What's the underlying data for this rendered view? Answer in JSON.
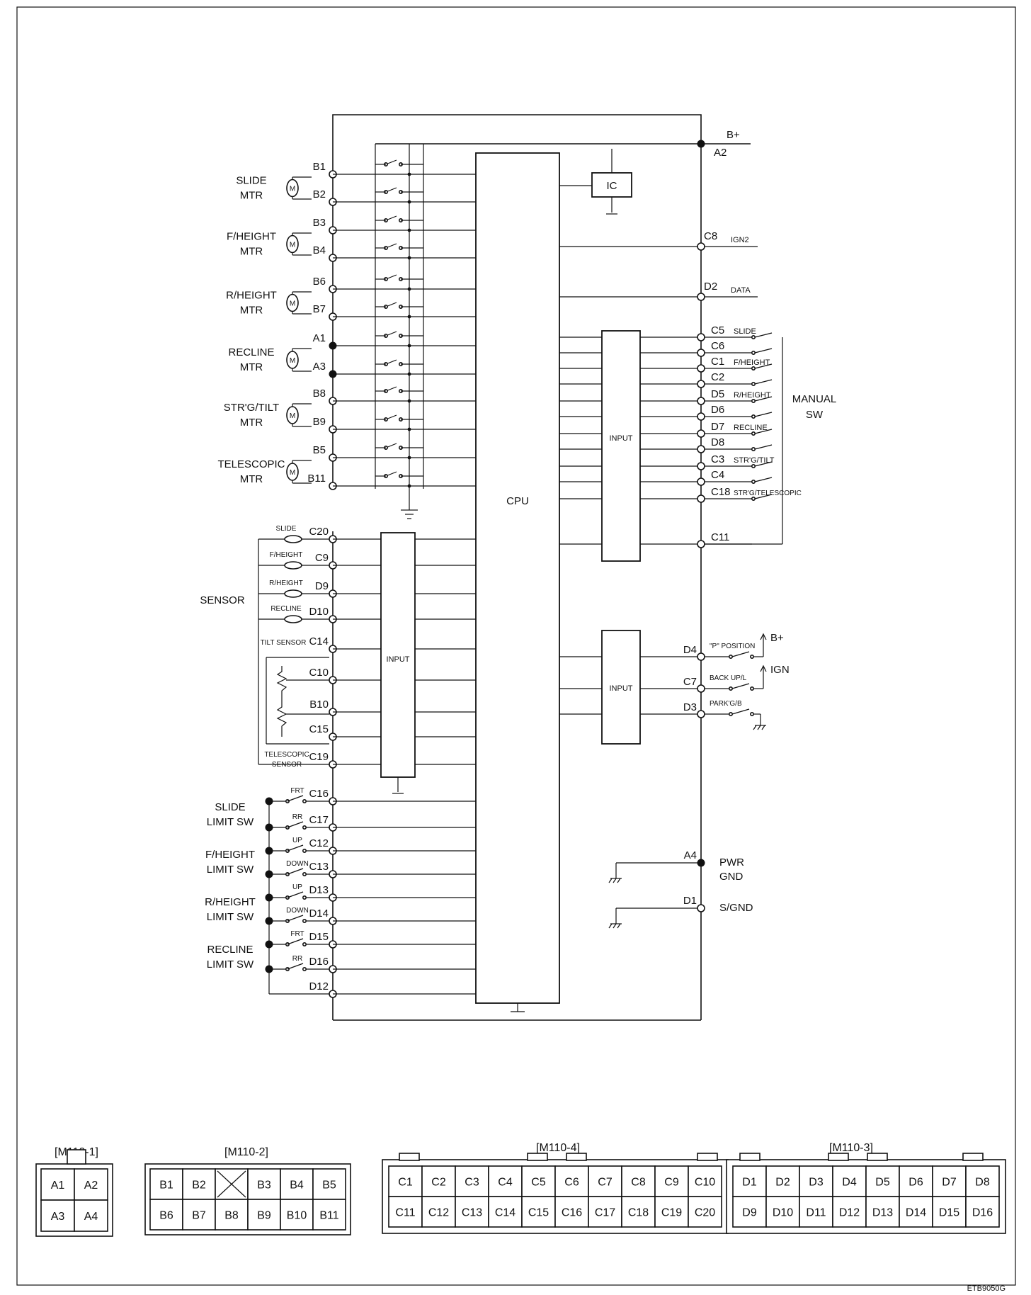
{
  "figure_code": "ETB9050G",
  "motors": [
    {
      "name": "SLIDE",
      "sub": "MTR",
      "pins": [
        "B1",
        "B2"
      ]
    },
    {
      "name": "F/HEIGHT",
      "sub": "MTR",
      "pins": [
        "B3",
        "B4"
      ]
    },
    {
      "name": "R/HEIGHT",
      "sub": "MTR",
      "pins": [
        "B6",
        "B7"
      ]
    },
    {
      "name": "RECLINE",
      "sub": "MTR",
      "pins": [
        "A1",
        "A3"
      ]
    },
    {
      "name": "STR'G/TILT",
      "sub": "MTR",
      "pins": [
        "B8",
        "B9"
      ]
    },
    {
      "name": "TELESCOPIC",
      "sub": "MTR",
      "pins": [
        "B5",
        "B11"
      ]
    }
  ],
  "motor_symbol": "M",
  "sensor_group_label": "SENSOR",
  "sensor_pins": [
    {
      "pin": "C20",
      "label": "SLIDE"
    },
    {
      "pin": "C9",
      "label": "F/HEIGHT"
    },
    {
      "pin": "D9",
      "label": "R/HEIGHT"
    },
    {
      "pin": "D10",
      "label": "RECLINE"
    },
    {
      "pin": "C14",
      "label": "TILT SENSOR"
    },
    {
      "pin": "C10",
      "label": ""
    },
    {
      "pin": "B10",
      "label": ""
    },
    {
      "pin": "C15",
      "label": ""
    },
    {
      "pin": "C19",
      "label": "TELESCOPIC SENSOR"
    }
  ],
  "telescopic_sensor_lines": [
    "TELESCOPIC",
    "SENSOR"
  ],
  "limit_groups": [
    {
      "lines": [
        "SLIDE",
        "LIMIT SW"
      ]
    },
    {
      "lines": [
        "F/HEIGHT",
        "LIMIT SW"
      ]
    },
    {
      "lines": [
        "R/HEIGHT",
        "LIMIT SW"
      ]
    },
    {
      "lines": [
        "RECLINE",
        "LIMIT SW"
      ]
    }
  ],
  "limit_pins": [
    {
      "pin": "C16",
      "label": "FRT"
    },
    {
      "pin": "C17",
      "label": "RR"
    },
    {
      "pin": "C12",
      "label": "UP"
    },
    {
      "pin": "C13",
      "label": "DOWN"
    },
    {
      "pin": "D13",
      "label": "UP"
    },
    {
      "pin": "D14",
      "label": "DOWN"
    },
    {
      "pin": "D15",
      "label": "FRT"
    },
    {
      "pin": "D16",
      "label": "RR"
    },
    {
      "pin": "D12",
      "label": ""
    }
  ],
  "cpu_label": "CPU",
  "ic_label": "IC",
  "input_label": "INPUT",
  "right_top": [
    {
      "pin": "A2",
      "label": "B+"
    },
    {
      "pin": "C8",
      "label": "IGN2"
    },
    {
      "pin": "D2",
      "label": "DATA"
    }
  ],
  "manual_pins": [
    {
      "pin": "C5",
      "label": "SLIDE"
    },
    {
      "pin": "C6",
      "label": ""
    },
    {
      "pin": "C1",
      "label": "F/HEIGHT"
    },
    {
      "pin": "C2",
      "label": ""
    },
    {
      "pin": "D5",
      "label": "R/HEIGHT"
    },
    {
      "pin": "D6",
      "label": ""
    },
    {
      "pin": "D7",
      "label": "RECLINE"
    },
    {
      "pin": "D8",
      "label": ""
    },
    {
      "pin": "C3",
      "label": "STR'G/TILT"
    },
    {
      "pin": "C4",
      "label": ""
    },
    {
      "pin": "C18",
      "label": "STR'G/TELESCOPIC"
    },
    {
      "pin": "C11",
      "label": ""
    }
  ],
  "manual_sw_lines": [
    "MANUAL",
    "SW"
  ],
  "right_input_pins": [
    {
      "pin": "D4",
      "label": "\"P\" POSITION",
      "supply": "B+"
    },
    {
      "pin": "C7",
      "label": "BACK UP/L",
      "supply": "IGN"
    },
    {
      "pin": "D3",
      "label": "PARK'G/B",
      "supply": ""
    }
  ],
  "ground_pins": [
    {
      "pin": "A4",
      "lines": [
        "PWR",
        "GND"
      ]
    },
    {
      "pin": "D1",
      "lines": [
        "S/GND"
      ]
    }
  ],
  "connectors": [
    {
      "id": "[M110-1]",
      "rows": [
        [
          "A1",
          "A2"
        ],
        [
          "A3",
          "A4"
        ]
      ]
    },
    {
      "id": "[M110-2]",
      "rows": [
        [
          "B1",
          "B2",
          "",
          "B3",
          "B4",
          "B5"
        ],
        [
          "B6",
          "B7",
          "B8",
          "B9",
          "B10",
          "B11"
        ]
      ]
    },
    {
      "id": "[M110-4]",
      "rows": [
        [
          "C1",
          "C2",
          "C3",
          "C4",
          "C5",
          "C6",
          "C7",
          "C8",
          "C9",
          "C10"
        ],
        [
          "C11",
          "C12",
          "C13",
          "C14",
          "C15",
          "C16",
          "C17",
          "C18",
          "C19",
          "C20"
        ]
      ]
    },
    {
      "id": "[M110-3]",
      "rows": [
        [
          "D1",
          "D2",
          "D3",
          "D4",
          "D5",
          "D6",
          "D7",
          "D8"
        ],
        [
          "D9",
          "D10",
          "D11",
          "D12",
          "D13",
          "D14",
          "D15",
          "D16"
        ]
      ]
    }
  ]
}
